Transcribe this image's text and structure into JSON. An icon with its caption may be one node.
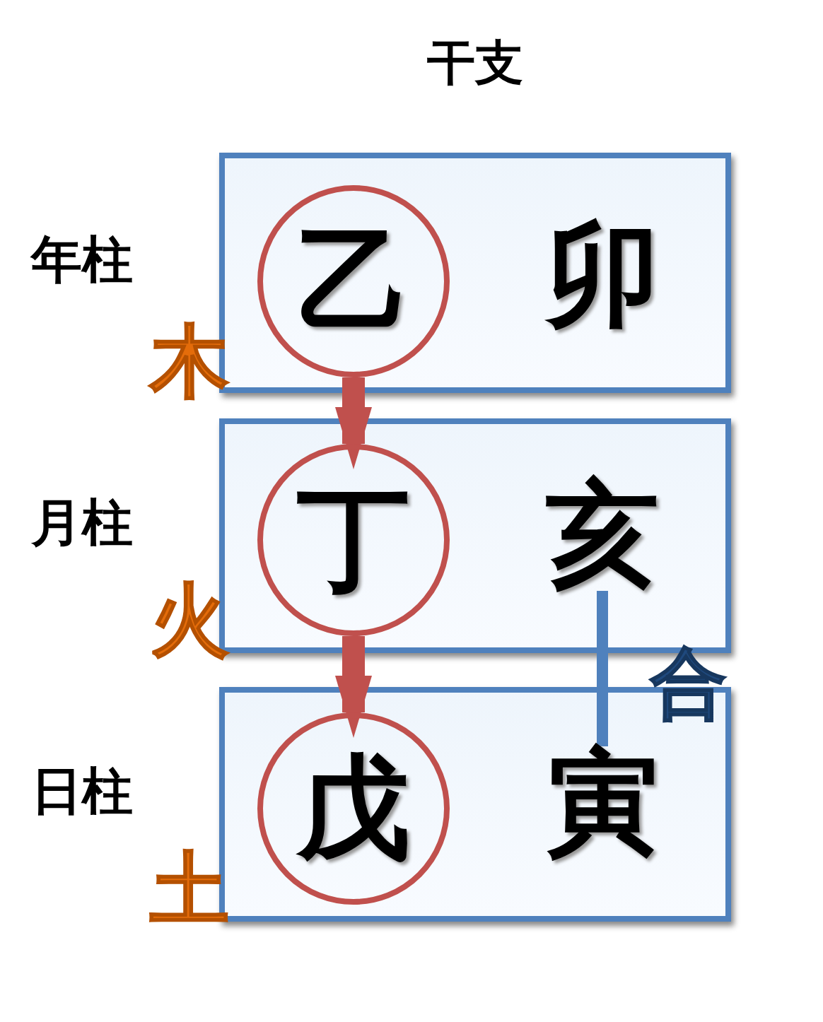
{
  "diagram": {
    "title": "干支",
    "nodes": [
      {
        "text": [
          "年柱"
        ]
      },
      {
        "text": [
          "乙"
        ],
        "in": 0,
        "beside": [
          "木"
        ]
      },
      {
        "text": [
          "卯"
        ],
        "in": 0
      },
      {
        "text": [
          "月柱"
        ]
      },
      {
        "text": [
          "丁"
        ],
        "in": 3,
        "beside": [
          "火"
        ]
      },
      {
        "text": [
          "亥"
        ],
        "in": 3
      },
      {
        "text": [
          "日柱"
        ]
      },
      {
        "text": [
          "戊"
        ],
        "in": 6,
        "beside": [
          "土"
        ]
      },
      {
        "text": [
          "寅"
        ],
        "in": 6
      }
    ],
    "edges": [
      {
        "from": 1,
        "to": 4,
        "arrow": "to"
      },
      {
        "from": 4,
        "to": 7,
        "arrow": "to"
      },
      {
        "from": 5,
        "to": 8,
        "arrow": "none",
        "label": "合",
        "color": "#4f81bd"
      }
    ]
  }
}
